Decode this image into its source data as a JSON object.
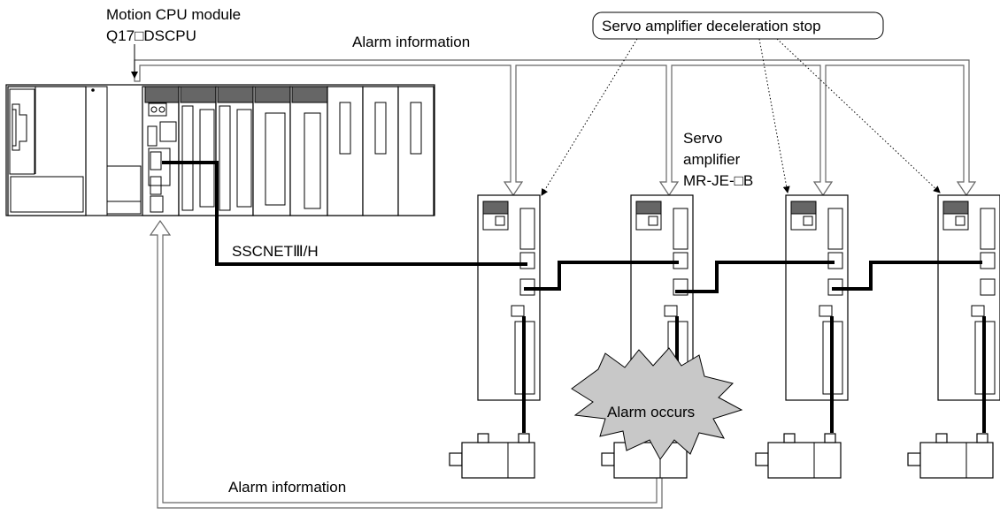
{
  "labels": {
    "motion_cpu_line1": "Motion CPU module",
    "motion_cpu_line2": "Q17□DSCPU",
    "alarm_info_top": "Alarm information",
    "decel_stop_callout": "Servo amplifier deceleration stop",
    "servo_amp_line1": "Servo",
    "servo_amp_line2": "amplifier",
    "servo_amp_line3": "MR-JE-□B",
    "sscnet": "SSCNETⅢ/H",
    "alarm_occurs": "Alarm occurs",
    "alarm_info_bottom": "Alarm information"
  },
  "colors": {
    "module_top": "#666666",
    "burst_fill": "#c8c8c8",
    "arrow_outline": "#666666"
  }
}
